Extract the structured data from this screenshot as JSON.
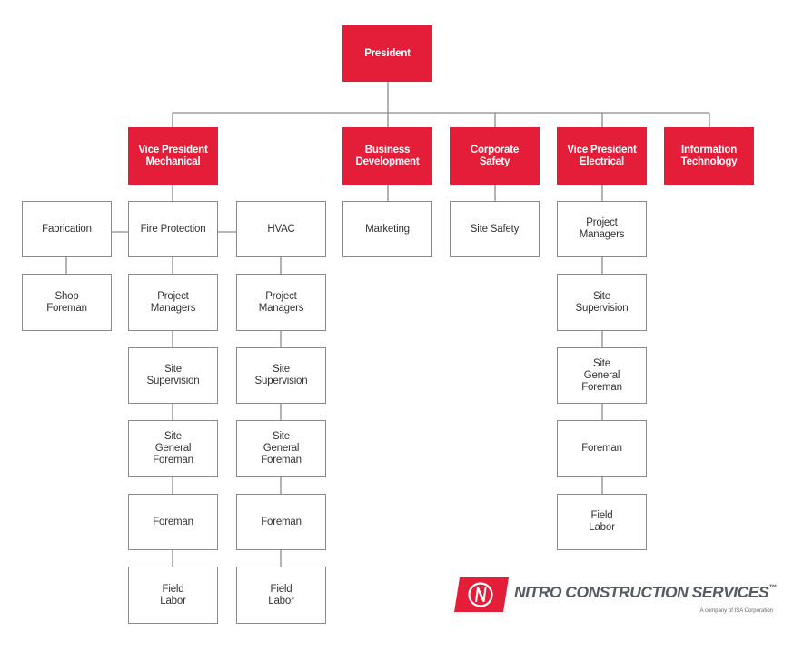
{
  "colors": {
    "accent": "#e41e39",
    "connector": "#8a8a8a"
  },
  "nodes": {
    "president": "President",
    "vp_mech": "Vice President\nMechanical",
    "biz_dev": "Business\nDevelopment",
    "corp_safety": "Corporate\nSafety",
    "vp_elec": "Vice President\nElectrical",
    "info_tech": "Information\nTechnology",
    "fabrication": "Fabrication",
    "shop_foreman": "Shop\nForeman",
    "fire_protection": "Fire Protection",
    "hvac": "HVAC",
    "marketing": "Marketing",
    "site_safety": "Site Safety",
    "fp_pm": "Project\nManagers",
    "fp_ss": "Site\nSupervision",
    "fp_sgf": "Site\nGeneral\nForeman",
    "fp_fm": "Foreman",
    "fp_fl": "Field\nLabor",
    "hv_pm": "Project\nManagers",
    "hv_ss": "Site\nSupervision",
    "hv_sgf": "Site\nGeneral\nForeman",
    "hv_fm": "Foreman",
    "hv_fl": "Field\nLabor",
    "el_pm": "Project\nManagers",
    "el_ss": "Site\nSupervision",
    "el_sgf": "Site\nGeneral\nForeman",
    "el_fm": "Foreman",
    "el_fl": "Field\nLabor"
  },
  "edges": [
    [
      "president",
      "vp_mech"
    ],
    [
      "president",
      "biz_dev"
    ],
    [
      "president",
      "corp_safety"
    ],
    [
      "president",
      "vp_elec"
    ],
    [
      "president",
      "info_tech"
    ],
    [
      "vp_mech",
      "fire_protection"
    ],
    [
      "fire_protection",
      "fabrication"
    ],
    [
      "fire_protection",
      "hvac"
    ],
    [
      "fabrication",
      "shop_foreman"
    ],
    [
      "fire_protection",
      "fp_pm"
    ],
    [
      "fp_pm",
      "fp_ss"
    ],
    [
      "fp_ss",
      "fp_sgf"
    ],
    [
      "fp_sgf",
      "fp_fm"
    ],
    [
      "fp_fm",
      "fp_fl"
    ],
    [
      "hvac",
      "hv_pm"
    ],
    [
      "hv_pm",
      "hv_ss"
    ],
    [
      "hv_ss",
      "hv_sgf"
    ],
    [
      "hv_sgf",
      "hv_fm"
    ],
    [
      "hv_fm",
      "hv_fl"
    ],
    [
      "biz_dev",
      "marketing"
    ],
    [
      "corp_safety",
      "site_safety"
    ],
    [
      "vp_elec",
      "el_pm"
    ],
    [
      "el_pm",
      "el_ss"
    ],
    [
      "el_ss",
      "el_sgf"
    ],
    [
      "el_sgf",
      "el_fm"
    ],
    [
      "el_fm",
      "el_fl"
    ]
  ],
  "logo": {
    "name": "NITRO CONSTRUCTION SERVICES",
    "trademark": "™",
    "tagline": "A company of ISA Corporation",
    "icon": "nitro-n-icon"
  }
}
